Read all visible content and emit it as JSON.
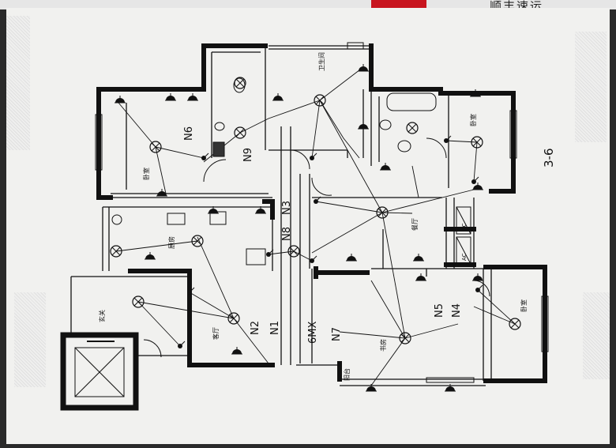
{
  "header": {
    "brand_text": "顺丰速运"
  },
  "sheet": {
    "sheet_number": "3-6"
  },
  "circuits": {
    "n1": "N1",
    "n2": "N2",
    "n3": "N3",
    "n4": "N4",
    "n5": "N5",
    "n6": "N6",
    "n7": "N7",
    "n8": "N8",
    "n9": "N9",
    "mx": "6MX"
  },
  "panels": {
    "ac_upper": "AC",
    "ac_lower": "AC"
  },
  "rooms": {
    "bedroom_nw": "卧室",
    "bath_top": "卫生间",
    "bedroom_ne": "卧室",
    "kitchen": "厨房",
    "living": "客厅",
    "dining": "餐厅",
    "foyer": "玄关",
    "bedroom_se": "卧室",
    "study": "书房",
    "balcony": "阳台"
  },
  "colors": {
    "ink": "#111111",
    "paper": "#f1f1ef",
    "accent": "#c8141e"
  },
  "icons": [
    "ceiling-light-icon",
    "wall-socket-icon",
    "switch-icon",
    "toilet-icon",
    "bathtub-icon",
    "sink-icon",
    "elevator-icon"
  ]
}
